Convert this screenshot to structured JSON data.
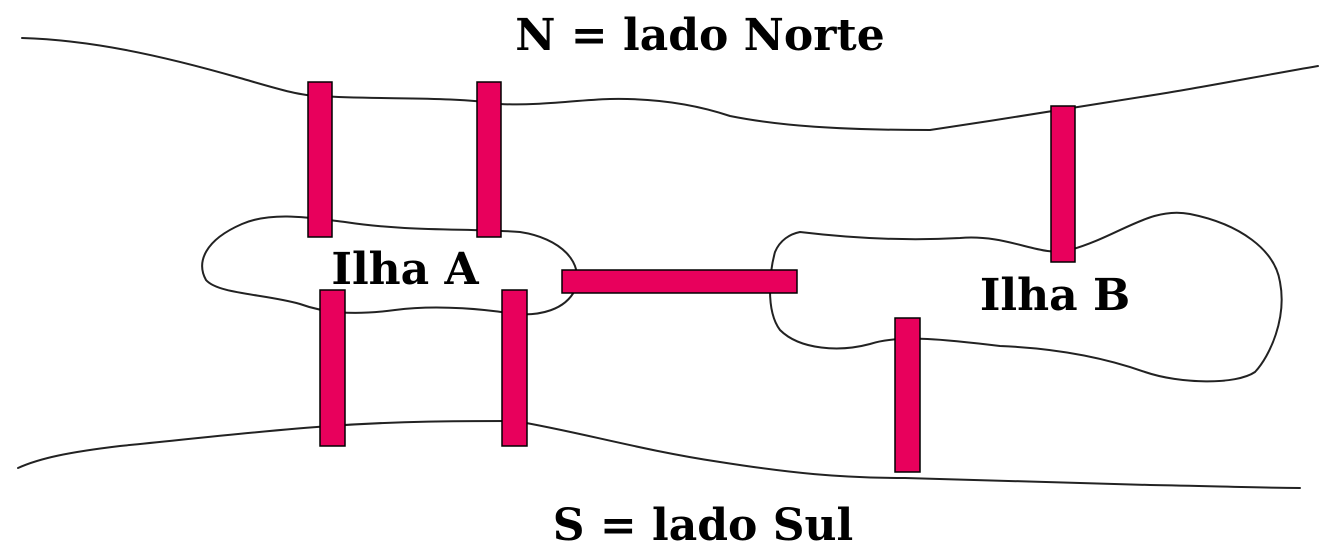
{
  "labels": {
    "north": "N = lado Norte",
    "south": "S = lado Sul",
    "island_a": "Ilha A",
    "island_b": "Ilha B"
  },
  "colors": {
    "bridge": "#e8005c",
    "shoreline": "#222222",
    "background": "#ffffff"
  },
  "bridges": [
    {
      "id": "north-a-1",
      "connects": [
        "N",
        "A"
      ]
    },
    {
      "id": "north-a-2",
      "connects": [
        "N",
        "A"
      ]
    },
    {
      "id": "south-a-1",
      "connects": [
        "S",
        "A"
      ]
    },
    {
      "id": "south-a-2",
      "connects": [
        "S",
        "A"
      ]
    },
    {
      "id": "a-b",
      "connects": [
        "A",
        "B"
      ]
    },
    {
      "id": "north-b",
      "connects": [
        "N",
        "B"
      ]
    },
    {
      "id": "south-b",
      "connects": [
        "S",
        "B"
      ]
    }
  ]
}
